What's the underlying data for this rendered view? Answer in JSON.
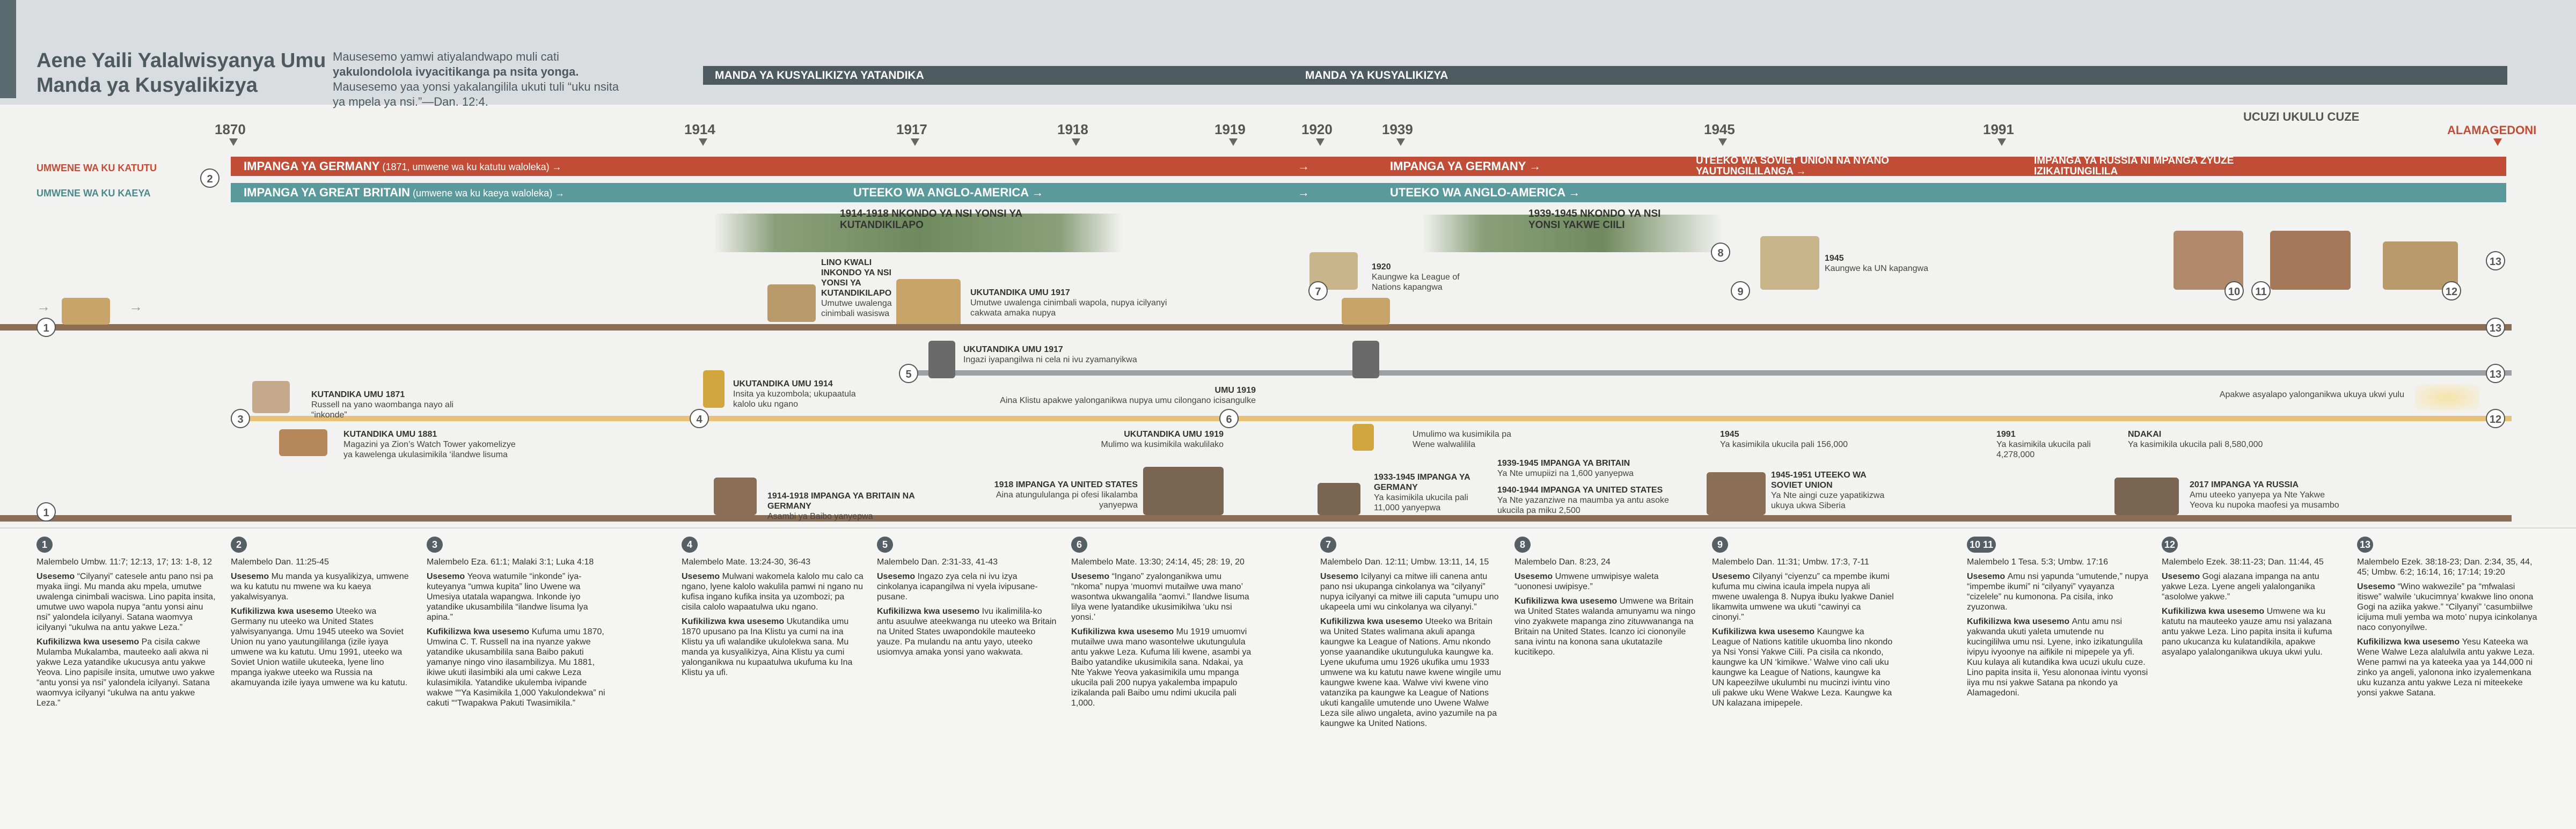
{
  "header": {
    "title": "Aene Yaili Yalalwisyanya Umu Manda ya Kusyalikizya",
    "intro_plain": "Mausesemo yamwi atiyalandwapo muli cati ",
    "intro_bold": "yakulondolola ivyacitikanga pa nsita yonga.",
    "intro_rest": " Mausesemo yaa yonsi yakalangilila ukuti tuli “uku nsita ya mpela ya nsi.”—Dan. 12:4."
  },
  "eras": {
    "era1": "MANDA YA KUSYALIKIZYA YATANDIKA",
    "era2": "MANDA YA KUSYALIKIZYA",
    "ucuzi": "UCUZI UKULU CUZE",
    "alamagedoni": "ALAMAGEDONI"
  },
  "years": [
    "1870",
    "1914",
    "1917",
    "1918",
    "1919",
    "1920",
    "1939",
    "1945",
    "1991"
  ],
  "lanes": {
    "north_label": "UMWENE WA KU KATUTU",
    "south_label": "UMWENE WA KU KAEYA",
    "red": {
      "germany1_bold": "IMPANGA YA GERMANY",
      "germany1_rest": " (1871, umwene wa ku katutu waloleka) →",
      "germany2": "IMPANGA YA GERMANY →",
      "soviet": "UTEEKO WA SOVIET UNION NA NYANO YAUTUNGILILANGA →",
      "russia": "IMPANGA YA RUSSIA NI MPANGA ZYUZE IZIKAITUNGILILA"
    },
    "teal": {
      "britain_bold": "IMPANGA YA GREAT BRITAIN",
      "britain_rest": " (umwene wa ku kaeya waloleka) →",
      "anglo1": "UTEEKO WA ANGLO-AMERICA →",
      "anglo2": "UTEEKO WA ANGLO-AMERICA →"
    },
    "arrow": "→"
  },
  "events": {
    "ww1_title": "1914-1918 NKONDO YA NSI YONSI YA KUTANDIKILAPO",
    "ww2_title": "1939-1945 NKONDO YA NSI YONSI YAKWE CIILI",
    "lino_kwali": "LINO KWALI INKONDO YA NSI YONSI YA KUTANDIKILAPO",
    "lino_sub": "Umutwe uwalenga cinimbali wasiswa",
    "ukutandika_1917_b": "UKUTANDIKA UMU 1917",
    "ukutandika_1917": "Umutwe uwalenga cinimbali wapola, nupya icilyanyi cakwata amaka nupya",
    "league_year": "1920",
    "league": "Kaungwe ka League of Nations kapangwa",
    "un_year": "1945",
    "un": "Kaungwe ka UN kapangwa",
    "ukutandika_1917b_b": "UKUTANDIKA UMU 1917",
    "ukutandika_1917b": "Ingazi iyapangilwa ni cela ni ivu zyamanyikwa",
    "umu_1919_b": "UMU 1919",
    "umu_1919": "Aina Klistu apakwe yalonganikwa nupya umu cilongano icisangulke",
    "russell_b": "KUTANDIKA UMU 1871",
    "russell": "Russell na yano waombanga nayo ali “inkonde”",
    "ukut_1914_b": "UKUTANDIKA UMU 1914",
    "ukut_1914": "Insita ya kuzombola; ukupaatula kalolo uku ngano",
    "apakwe": "Apakwe asyalapo yalonganikwa ukuya ukwi yulu",
    "magazine_b": "KUTANDIKA UMU 1881",
    "magazine": "Magazini ya Zion’s Watch Tower yakomelizye ya kawelenga ukulasimikila ‘ilandwe lisuma",
    "ukut_1919_b": "UKUTANDIKA UMU 1919",
    "ukut_1919": "Mulimo wa kusimikila wakulilako",
    "umulimo": "Umulimo wa kusimikila pa Wene walwalilila",
    "kas_1945_b": "1945",
    "kas_1945": "Ya kasimikila ukucila pali 156,000",
    "kas_1991_b": "1991",
    "kas_1991": "Ya kasimikila ukucila pali 4,278,000",
    "ndakai_b": "NDAKAI",
    "ndakai": "Ya kasimikila ukucila pali 8,580,000",
    "brit_germ_b": "1914-1918 IMPANGA YA BRITAIN NA GERMANY",
    "brit_germ": "Asambi ya Baibo yanyepwa",
    "us_1918_b": "1918 IMPANGA YA UNITED STATES",
    "us_1918": "Aina atungululanga pi ofesi likalamba yanyepwa",
    "germ_1933_b": "1933-1945 IMPANGA YA GERMANY",
    "germ_1933": "Ya kasimikila ukucila pali 11,000 yanyepwa",
    "brit_1939_b": "1939-1945 IMPANGA YA BRITAIN",
    "brit_1939": "Ya Nte umupiizi na 1,600 yanyepwa",
    "us_1940_b": "1940-1944 IMPANGA YA UNITED STATES",
    "us_1940": "Ya Nte yazanziwe na maumba ya antu asoke ukucila pa miku 2,500",
    "soviet_1945_b": "1945-1951 UTEEKO WA SOVIET UNION",
    "soviet_1945": "Ya Nte aingi cuze yapatikizwa ukuya ukwa Siberia",
    "russia_2017_b": "2017 IMPANGA YA RUSSIA",
    "russia_2017": "Amu uteeko yanyepa ya Nte Yakwe Yeova ku nupoka maofesi ya musambo"
  },
  "notes": [
    {
      "n": "1",
      "ref": "Malembelo Umbw. 11:7; 12:13, 17; 13: 1-8, 12",
      "usesemo": "“Cilyanyi” catesele antu pano nsi pa myaka iingi. Mu manda aku mpela, umutwe uwalenga cinimbali waciswa. Lino papita insita, umutwe uwo wapola nupya “antu yonsi ainu nsi” yalondela icilyanyi. Satana waomvya icilyanyi “ukulwa na antu yakwe Leza.”",
      "kufikilizya": "Pa cisila cakwe Mulamba Mukalamba, mauteeko aali akwa ni yakwe Leza yatandike ukucusya antu yakwe Yeova. Lino papisile insita, umutwe uwo yakwe “antu yonsi ya nsi” yalondela icilyanyi. Satana waomvya icilyanyi “ukulwa na antu yakwe Leza.”"
    },
    {
      "n": "2",
      "ref": "Malembelo Dan. 11:25-45",
      "usesemo": "Mu manda ya kusyalikizya, umwene wa ku katutu nu mwene wa ku kaeya yakalwisyanya.",
      "kufikilizya": "Uteeko wa Germany nu uteeko wa United States yalwisyanyanga. Umu 1945 uteeko wa Soviet Union nu yano yautungililanga (izile iyaya umwene wa ku katutu. Umu 1991, uteeko wa Soviet Union watiile ukuteeka, lyene lino mpanga iyakwe uteeko wa Russia na akamuyanda izile iyaya umwene wa ku katutu."
    },
    {
      "n": "3",
      "ref": "Malembelo Eza. 61:1; Malaki 3:1; Luka 4:18",
      "usesemo": "Yeova watumile “inkonde” iya-kuteyanya “umwa kupita” lino Uwene wa Umesiya utatala wapangwa. Inkonde iyo yatandike ukusambilila “ilandwe lisuma lya apina.”",
      "kufikilizya": "Kufuma umu 1870, Umwina C. T. Russell na ina nyanze yakwe yatandike ukusambilila sana Baibo pakuti yamanye ningo vino ilasambilizya. Mu 1881, ikiwe ukuti ilasimbiki ala umi cakwe Leza kulasimikila. Yatandike ukulemba ivipande wakwe ““Ya Kasimikila 1,000 Yakulondekwa” ni cakuti ““Twapakwa Pakuti Twasimikila.”"
    },
    {
      "n": "4",
      "ref": "Malembelo Mate. 13:24-30, 36-43",
      "usesemo": "Mulwani wakomela kalolo mu calo ca ngano, lyene kalolo wakulila pamwi ni ngano nu kufisa ingano kufika insita ya uzombozi; pa cisila calolo wapaatulwa uku ngano.",
      "kufikilizya": "Ukutandika umu 1870 upusano pa Ina Klistu ya cumi na ina Klistu ya ufi walandike ukulolekwa sana. Mu manda ya kusyalikizya, Aina Klistu ya cumi yalonganikwa nu kupaatulwa ukufuma ku Ina Klistu ya ufi."
    },
    {
      "n": "5",
      "ref": "Malembelo Dan. 2:31-33, 41-43",
      "usesemo": "Ingazo zya cela ni ivu izya cinkolanya icapangilwa ni vyela ivipusane-pusane.",
      "kufikilizya": "Ivu ikalimilila-ko antu asuulwe ateekwanga nu uteeko wa Britain na United States uwapondokile mauteeko yauze. Pa mulandu na antu yayo, uteeko usiomvya amaka yonsi yano wakwata."
    },
    {
      "n": "6",
      "ref": "Malembelo Mate. 13:30; 24:14, 45; 28: 19, 20",
      "usesemo": "“Ingano” zyalonganikwa umu “nkoma” nupya ‘muomvi mutailwe uwa mano’ wasontwa ukwangalila “aomvi.” Ilandwe lisuma lilya wene lyatandike ukusimikilwa ‘uku nsi yonsi.’",
      "kufikilizya": "Mu 1919 umuomvi mutailwe uwa mano wasontelwe ukutungulula antu yakwe Leza. Kufuma lili kwene, asambi ya Baibo yatandike ukusimikila sana. Ndakai, ya Nte Yakwe Yeova yakasimikila umu mpanga ukucila pali 200 nupya yakalemba impapulo izikalanda pali Baibo umu ndimi ukucila pali 1,000."
    },
    {
      "n": "7",
      "ref": "Malembelo Dan. 12:11; Umbw. 13:11, 14, 15",
      "usesemo": "Icilyanyi ca mitwe iili canena antu pano nsi ukupanga cinkolanya wa “cilyanyi” nupya icilyanyi ca mitwe iili caputa “umupu uno ukapeela umi wu cinkolanya wa cilyanyi.”",
      "kufikilizya": "Uteeko wa Britain wa United States walimana akuli apanga kaungwe ka League of Nations. Amu nkondo yonse yaanandike ukutunguluka kaungwe ka. Lyene ukufuma umu 1926 ukufika umu 1933 umwene wa ku katutu nawe kwene wingile umu kaungwe kwene kaa. Walwe vivi kwene vino vatanzika pa kaungwe ka League of Nations ukuti kangalile umutende uno Uwene Walwe Leza sile aliwo ungaleta, avino yazumile na pa kaungwe ka United Nations."
    },
    {
      "n": "8",
      "ref": "Malembelo Dan. 8:23, 24",
      "usesemo": "Umwene umwipisye waleta “uononesi uwipisye.”",
      "kufikilizya": "Umwene wa Britain wa United States walanda amunyamu wa ningo vino zyakwete mapanga zino zituwwananga na Britain na United States. Icanzo ici ciononyile sana ivintu na konona sana ukutatazile kucitikepo."
    },
    {
      "n": "9",
      "ref": "Malembelo Dan. 11:31; Umbw. 17:3, 7-11",
      "usesemo": "Cilyanyi “ciyenzu” ca mpembe ikumi kufuma mu ciwina icaula impela nupya ali mwene uwalenga 8. Nupya ibuku lyakwe Daniel likamwita umwene wa ukuti “cawinyi ca cinonyi.”",
      "kufikilizya": "Kaungwe ka League of Nations katitile ukuomba lino nkondo ya Nsi Yonsi Yakwe Ciili. Pa cisila ca nkondo, kaungwe ka UN ‘kimikwe.’ Walwe vino cali uku kaungwe ka League of Nations, kaungwe ka UN kapeezilwe ukulumbi nu mucinzi ivintu vino uli pakwe uku Wene Wakwe Leza. Kaungwe ka UN kalazana imipepele."
    },
    {
      "n": "10 11",
      "ref": "Malembelo 1 Tesa. 5:3; Umbw. 17:16",
      "usesemo": "Amu nsi yapunda “umutende,” nupya “impembe ikumi” ni “cilyanyi” vyayanza “cizelele” nu kumonona. Pa cisila, inko zyuzonwa.",
      "kufikilizya": "Antu amu nsi yakwanda ukuti yaleta umutende nu kucingililwa umu nsi. Lyene, inko izikatungulila ivipyu ivyoonye na aifikile ni mipepele ya yfi. Kuu kulaya ali kutandika kwa ucuzi ukulu cuze. Lino papita insita ii, Yesu alononaa ivintu vyonsi iiya mu nsi yakwe Satana pa nkondo ya Alamagedoni."
    },
    {
      "n": "12",
      "ref": "Malembelo Ezek. 38:11-23; Dan. 11:44, 45",
      "usesemo": "Gogi alazana impanga na antu yakwe Leza. Lyene angeli yalalonganika “asololwe yakwe.”",
      "kufikilizya": "Umwene wa ku katutu na mauteeko yauze amu nsi yalazana antu yakwe Leza. Lino papita insita ii kufuma pano ukucanza ku kulatandikila, apakwe asyalapo yalalonganikwa ukuya ukwi yulu."
    },
    {
      "n": "13",
      "ref": "Malembelo Ezek. 38:18-23; Dan. 2:34, 35, 44, 45; Umbw. 6:2; 16:14, 16; 17:14; 19:20",
      "usesemo": "“Wino wakwezile” pa “mfwalasi itiswe” walwile ‘ukucimnya’ kwakwe lino onona Gogi na aziika yakwe.” “Cilyanyi” ‘casumbiilwe icijuma muli yemba wa moto’ nupya icinkolanya naco conyonyilwe.",
      "kufikilizya": "Yesu Kateeka wa Wene Walwe Leza alalulwila antu yakwe Leza. Wene pamwi na ya kateeka yaa ya 144,000 ni zinko ya angeli, yalonona inko izyalemenkana uku kuzanza antu yakwe Leza ni miteekeke yonsi yakwe Satana."
    }
  ],
  "labels": {
    "usesemo": "Usesemo",
    "kufikilizya": "Kufikilizwa kwa usesemo"
  }
}
